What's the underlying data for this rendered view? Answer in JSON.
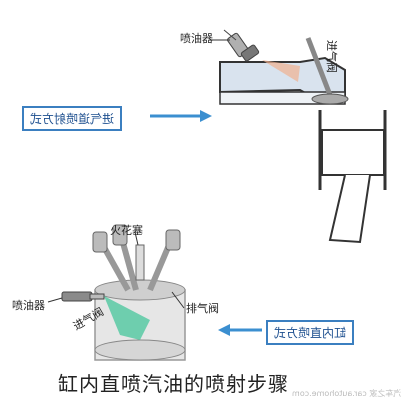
{
  "top": {
    "injector_label": "喷油器",
    "intake_label": "进气阀",
    "method_box": "进气道喷射方式"
  },
  "bottom": {
    "spark_plug_label": "火花塞",
    "injector_label": "喷油器",
    "intake_label": "进气阀",
    "exhaust_label": "排气阀",
    "method_box": "缸内直喷方式"
  },
  "caption": "缸内直喷汽油的喷射步骤",
  "watermark": "汽车之家 car.autohome.com",
  "colors": {
    "arrow": "#3b8fd0",
    "fuel_spray": "#50c8a0",
    "injector": "#8a8a8a"
  }
}
